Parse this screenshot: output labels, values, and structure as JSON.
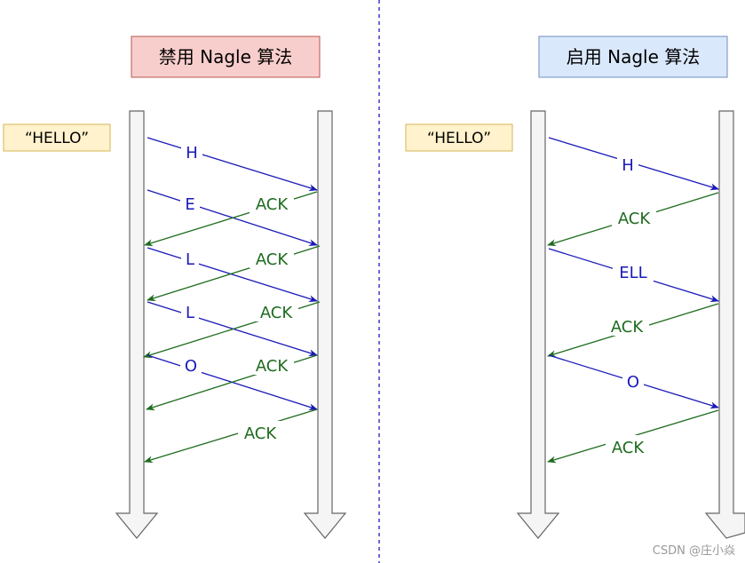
{
  "panels": [
    {
      "title": "禁用 Nagle 算法",
      "title_bg": "#f8cecc",
      "title_border": "#b85450",
      "buffer_label": "“HELLO”",
      "messages": [
        {
          "dir": "send",
          "label": "H"
        },
        {
          "dir": "send",
          "label": "E"
        },
        {
          "dir": "ack",
          "label": "ACK"
        },
        {
          "dir": "send",
          "label": "L"
        },
        {
          "dir": "ack",
          "label": "ACK"
        },
        {
          "dir": "send",
          "label": "L"
        },
        {
          "dir": "ack",
          "label": "ACK"
        },
        {
          "dir": "send",
          "label": "O"
        },
        {
          "dir": "ack",
          "label": "ACK"
        },
        {
          "dir": "ack",
          "label": "ACK"
        }
      ]
    },
    {
      "title": "启用 Nagle 算法",
      "title_bg": "#dae8fc",
      "title_border": "#6c8ebf",
      "buffer_label": "“HELLO”",
      "messages": [
        {
          "dir": "send",
          "label": "H"
        },
        {
          "dir": "ack",
          "label": "ACK"
        },
        {
          "dir": "send",
          "label": "ELL"
        },
        {
          "dir": "ack",
          "label": "ACK"
        },
        {
          "dir": "send",
          "label": "O"
        },
        {
          "dir": "ack",
          "label": "ACK"
        }
      ]
    }
  ],
  "colors": {
    "send": "#1a1ab8",
    "ack": "#1e6b1e",
    "lifeline_fill": "#f5f5f5",
    "lifeline_stroke": "#666666",
    "divider": "#1a1ab8",
    "buffer_bg": "#fff2cc",
    "buffer_border": "#d6b656"
  },
  "watermark": "CSDN @庄小焱"
}
